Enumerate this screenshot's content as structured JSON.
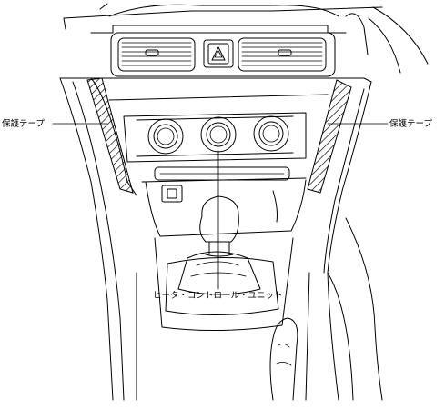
{
  "labels": {
    "tape_left": "保護テープ",
    "tape_right": "保護テープ",
    "heater_unit": "ヒータ・コントロール・ユニット"
  },
  "icons": {
    "hazard": "hazard-triangle-icon"
  }
}
